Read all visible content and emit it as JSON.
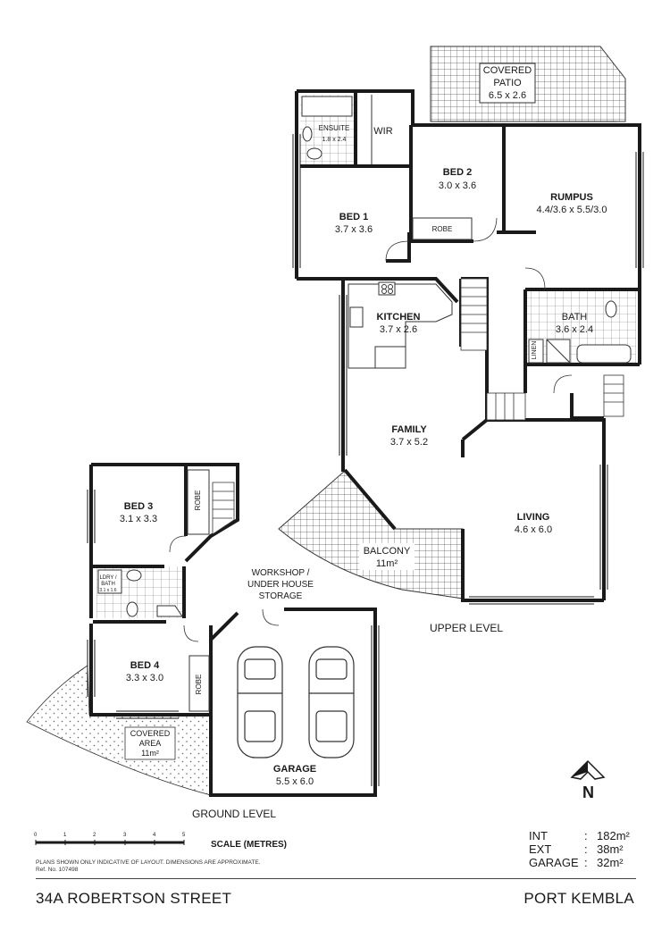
{
  "rooms": {
    "covered_patio": {
      "name_line1": "COVERED",
      "name_line2": "PATIO",
      "dims": "6.5 x 2.6"
    },
    "ensuite": {
      "name": "ENSUITE",
      "dims": "1.8 x 2.4"
    },
    "wir": {
      "name": "WIR"
    },
    "bed1": {
      "name": "BED 1",
      "dims": "3.7 x 3.6"
    },
    "bed2": {
      "name": "BED 2",
      "dims": "3.0 x 3.6"
    },
    "robe_upper": {
      "name": "ROBE"
    },
    "rumpus": {
      "name": "RUMPUS",
      "dims": "4.4/3.6 x 5.5/3.0"
    },
    "kitchen": {
      "name": "KITCHEN",
      "dims": "3.7 x 2.6"
    },
    "bath": {
      "name": "BATH",
      "dims": "3.6 x 2.4"
    },
    "linen": {
      "name": "LINEN"
    },
    "family": {
      "name": "FAMILY",
      "dims": "3.7 x 5.2"
    },
    "living": {
      "name": "LIVING",
      "dims": "4.6 x 6.0"
    },
    "balcony": {
      "name": "BALCONY",
      "dims": "11m²"
    },
    "bed3": {
      "name": "BED 3",
      "dims": "3.1 x 3.3"
    },
    "robe_bed3": {
      "name": "ROBE"
    },
    "ldry_bath": {
      "name_line1": "LDRY /",
      "name_line2": "BATH",
      "dims": "3.1 x 1.6"
    },
    "workshop": {
      "line1": "WORKSHOP /",
      "line2": "UNDER HOUSE",
      "line3": "STORAGE"
    },
    "bed4": {
      "name": "BED 4",
      "dims": "3.3 x 3.0"
    },
    "robe_bed4": {
      "name": "ROBE"
    },
    "covered_area": {
      "name_line1": "COVERED",
      "name_line2": "AREA",
      "dims": "11m²"
    },
    "garage": {
      "name": "GARAGE",
      "dims": "5.5 x 6.0"
    }
  },
  "levels": {
    "ground": "GROUND LEVEL",
    "upper": "UPPER LEVEL"
  },
  "scale": {
    "label": "SCALE (METRES)",
    "ticks": [
      "0",
      "1",
      "2",
      "3",
      "4",
      "5"
    ]
  },
  "disclaimer": {
    "line1": "PLANS SHOWN ONLY INDICATIVE OF LAYOUT.  DIMENSIONS ARE APPROXIMATE.",
    "line2": "Ref. No. 107498"
  },
  "areas": [
    {
      "label": "INT",
      "value": "182m²"
    },
    {
      "label": "EXT",
      "value": "38m²"
    },
    {
      "label": "GARAGE",
      "value": "32m²"
    }
  ],
  "north": "N",
  "footer": {
    "address": "34A ROBERTSON STREET",
    "suburb": "PORT KEMBLA"
  },
  "colors": {
    "wall": "#1a1a1a",
    "floor_tile": "#555555"
  }
}
